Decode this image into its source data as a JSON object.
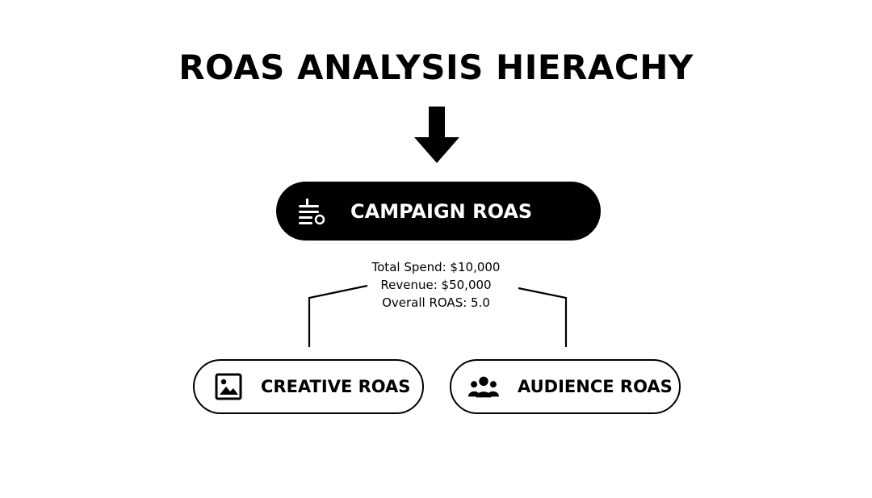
{
  "title": "ROAS ANALYSIS HIERACHY",
  "root": {
    "label": "CAMPAIGN ROAS",
    "icon": "campaign-list-icon",
    "details": [
      "Total Spend: $10,000",
      "Revenue: $50,000",
      "Overall ROAS: 5.0"
    ]
  },
  "children": [
    {
      "label": "CREATIVE ROAS",
      "icon": "image-icon"
    },
    {
      "label": "AUDIENCE ROAS",
      "icon": "users-icon"
    }
  ],
  "colors": {
    "primary": "#000000",
    "background": "#ffffff",
    "primary_text": "#ffffff"
  }
}
